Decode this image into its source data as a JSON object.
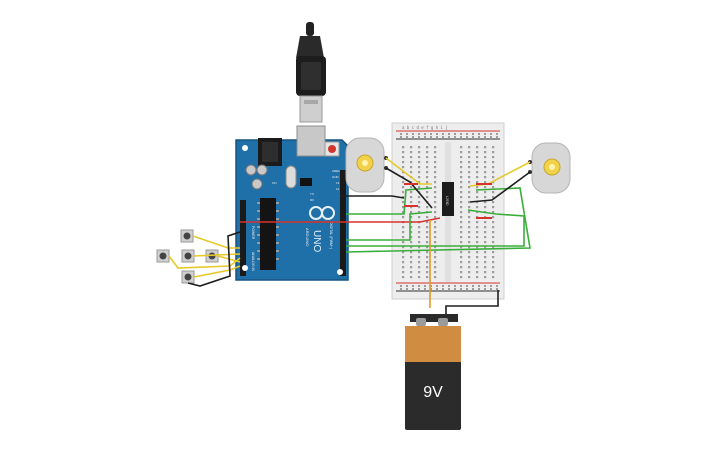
{
  "arduino": {
    "brand": "UNO",
    "logo": "ARDUINO",
    "digital_header": "DIGITAL (PWM~)",
    "power_header": "POWER",
    "analog_header": "ANALOG IN",
    "aref": "AREF",
    "gnd": "GND",
    "pin13": "13",
    "pin12": "12",
    "tx": "TX",
    "rx": "RX",
    "on": "ON"
  },
  "breadboard": {
    "columns": "a b c d e   f g h i j"
  },
  "driver_chip": {
    "label": "L293D"
  },
  "battery": {
    "label": "9V",
    "body_color": "#2b2b2b",
    "cap_color": "#d08c40"
  },
  "wire_colors": {
    "red": "#d8332a",
    "black": "#1f1f1f",
    "green": "#3aae3a",
    "yellow": "#e6c92a",
    "orange": "#e09a2a"
  },
  "icons": [
    "usb-cable-icon",
    "dc-motor-icon",
    "pushbutton-icon",
    "battery-icon"
  ]
}
